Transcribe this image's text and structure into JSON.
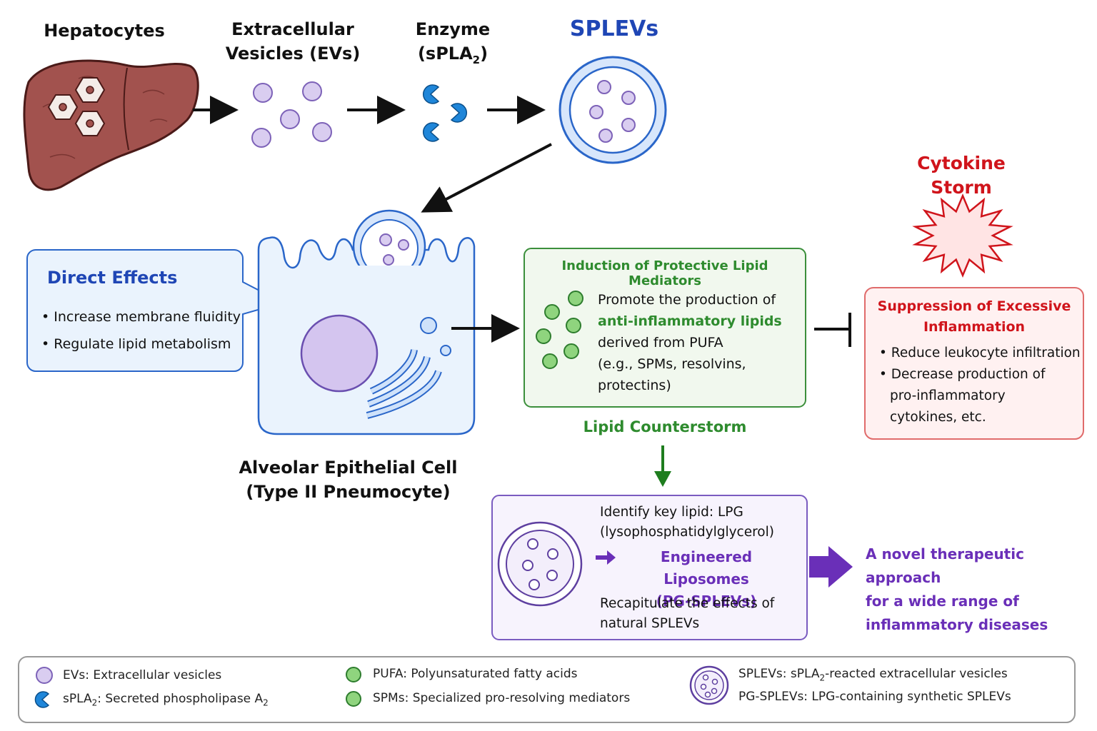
{
  "top": {
    "hepatocytes": "Hepatocytes",
    "evs_line1": "Extracellular",
    "evs_line2": "Vesicles (EVs)",
    "enzyme_line1": "Enzyme",
    "enzyme_line2_pre": "(sPLA",
    "enzyme_line2_sub": "2",
    "enzyme_line2_post": ")",
    "splevs": "SPLEVs"
  },
  "cytokine": {
    "line1": "Cytokine",
    "line2": "Storm"
  },
  "direct": {
    "title": "Direct Effects",
    "items": [
      "Increase membrane fluidity",
      "Regulate lipid metabolism"
    ]
  },
  "cell": {
    "line1": "Alveolar Epithelial Cell",
    "line2": "(Type II Pneumocyte)"
  },
  "induction": {
    "title": "Induction of Protective Lipid Mediators",
    "l1": "Promote the production of",
    "l2": "anti-inflammatory lipids",
    "l3": "derived from PUFA",
    "l4": "(e.g., SPMs, resolvins,",
    "l5": "protectins)"
  },
  "counterstorm": "Lipid Counterstorm",
  "suppression": {
    "title1": "Suppression of Excessive",
    "title2": "Inflammation",
    "b1": "Reduce leukocyte infiltration",
    "b2a": "Decrease production of",
    "b2b": "pro-inflammatory",
    "b2c": "cytokines, etc."
  },
  "liposome": {
    "l1": "Identify key lipid: LPG",
    "l2": "(lysophosphatidylglycerol)",
    "eng1": "Engineered Liposomes",
    "eng2": "(PG-SPLEVs)",
    "l3": "Recapitulate the effects of",
    "l4": "natural SPLEVs"
  },
  "novel": {
    "l1": "A novel therapeutic approach",
    "l2": "for a wide range of",
    "l3": "inflammatory diseases"
  },
  "legend": {
    "evs": "EVs: Extracellular vesicles",
    "spla2_pre": "sPLA",
    "spla2_sub": "2",
    "spla2_mid": ": Secreted phospholipase A",
    "spla2_sub2": "2",
    "pufa": "PUFA: Polyunsaturated fatty acids",
    "spms": "SPMs: Specialized pro-resolving mediators",
    "splevs_pre": "SPLEVs: sPLA",
    "splevs_sub": "2",
    "splevs_post": "-reacted extracellular vesicles",
    "pg": "PG-SPLEVs: LPG-containing synthetic SPLEVs"
  },
  "colors": {
    "blue_title": "#1f46b5",
    "green": "#2e8b2e",
    "red": "#d0141b",
    "purple": "#6a2fb8",
    "ev_fill": "#d9cdf0",
    "ev_stroke": "#7d62b8",
    "enzyme": "#1f86d9"
  }
}
